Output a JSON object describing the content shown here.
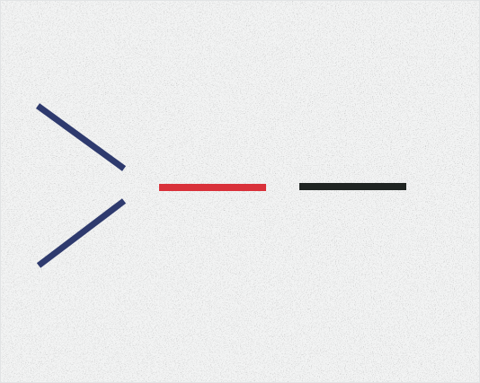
{
  "background": {
    "texture": "gray-noise",
    "base_color": "#f2f3f3",
    "speckle_color": "#c9cdd0"
  },
  "strokes": [
    {
      "name": "upper-diagonal-stroke",
      "color": "#2e3a6e"
    },
    {
      "name": "lower-diagonal-stroke",
      "color": "#2e3a6e"
    },
    {
      "name": "red-horizontal-stroke",
      "color": "#d9313a"
    },
    {
      "name": "black-horizontal-stroke",
      "color": "#1f2422"
    }
  ]
}
